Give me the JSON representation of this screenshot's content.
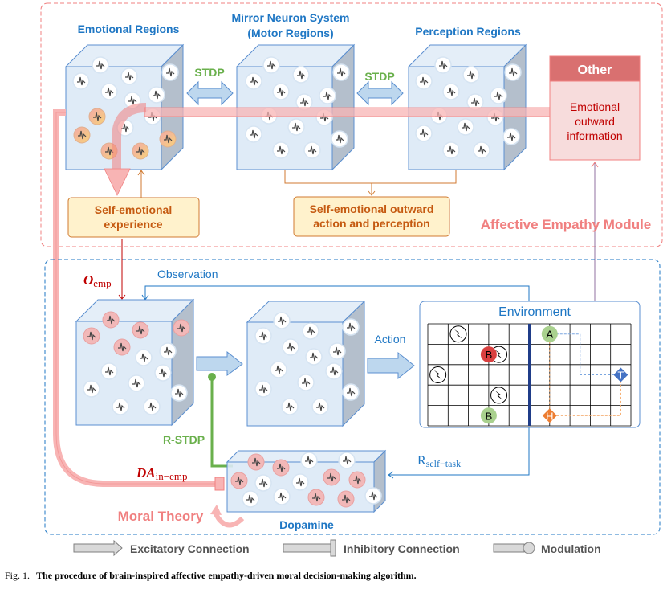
{
  "affective_module": {
    "title": "Affective Empathy Module",
    "regions": {
      "emotional": "Emotional Regions",
      "mirror_line1": "Mirror Neuron System",
      "mirror_line2": "(Motor Regions)",
      "perception": "Perception Regions"
    },
    "stdp_label_1": "STDP",
    "stdp_label_2": "STDP",
    "other_box": {
      "header": "Other",
      "line1": "Emotional",
      "line2": "outward",
      "line3": "information"
    },
    "self_emotional_experience": {
      "line1": "Self-emotional",
      "line2": "experience"
    },
    "self_emotional_action": {
      "line1": "Self-emotional outward",
      "line2": "action and perception"
    }
  },
  "decision_module": {
    "title": "Moral Decision-making Module",
    "o_emp": {
      "main": "O",
      "sub": "emp"
    },
    "observation_label": "Observation",
    "action_label": "Action",
    "r_stdp_label": "R-STDP",
    "da_in_emp": {
      "main": "DA",
      "sub": "in−emp"
    },
    "moral_theory_label": "Moral Theory",
    "dopamine_label": "Dopamine",
    "reward": {
      "main": "R",
      "sub": "self−task"
    },
    "environment": {
      "title": "Environment",
      "agents": [
        {
          "label": "A",
          "type": "agent-green"
        },
        {
          "label": "B",
          "type": "agent-red"
        },
        {
          "label": "B",
          "type": "agent-green"
        },
        {
          "label": "H",
          "type": "diamond-orange"
        },
        {
          "label": "T",
          "type": "diamond-blue"
        }
      ]
    }
  },
  "legend": {
    "excitatory": "Excitatory Connection",
    "inhibitory": "Inhibitory Connection",
    "modulation": "Modulation"
  },
  "caption": {
    "prefix": "Fig. 1.",
    "text": "The procedure of brain-inspired affective empathy-driven moral decision-making algorithm."
  },
  "colors": {
    "blue": "#1f77c4",
    "green": "#6ab04c",
    "pink": "#f08080",
    "orange": "#c55a11",
    "other_header": "#d97070"
  }
}
